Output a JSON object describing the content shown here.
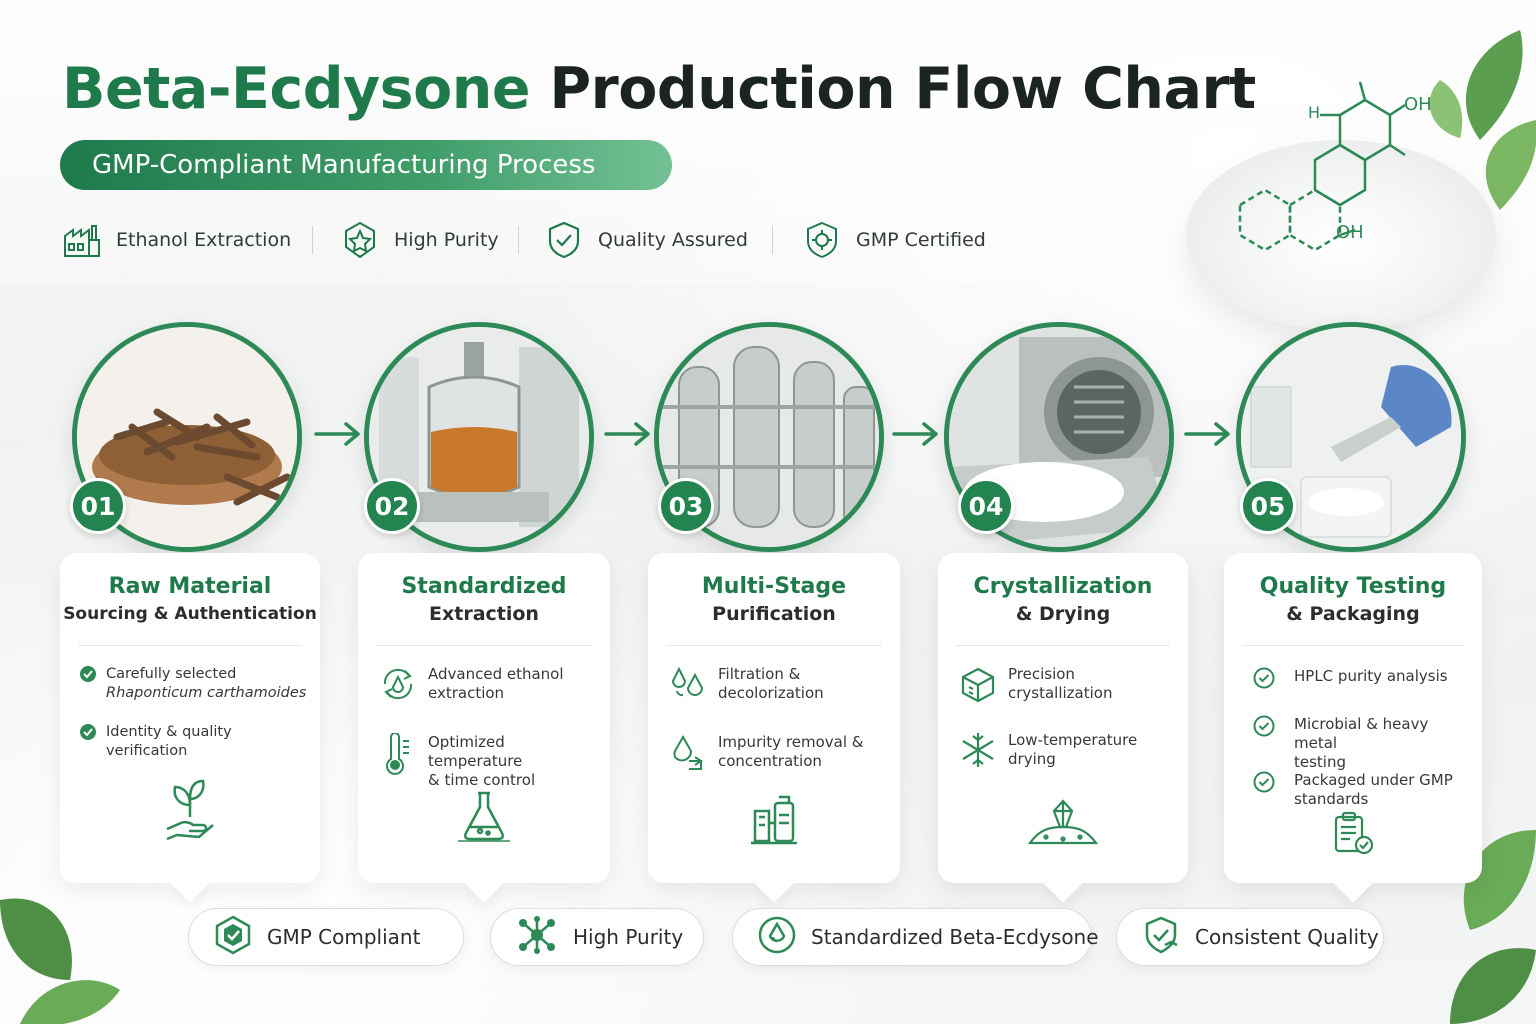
{
  "title": {
    "part1": "Beta-Ecdysone",
    "part2": "Production Flow Chart"
  },
  "subtitle": "GMP-Compliant Manufacturing Process",
  "molecule_labels": {
    "h": "H",
    "oh_top": "OH",
    "oh_mid": "OH"
  },
  "features": [
    {
      "label": "Ethanol Extraction",
      "icon": "factory-icon"
    },
    {
      "label": "High Purity",
      "icon": "purity-badge-icon"
    },
    {
      "label": "Quality Assured",
      "icon": "shield-check-icon"
    },
    {
      "label": "GMP Certified",
      "icon": "gmp-shield-icon"
    }
  ],
  "steps": [
    {
      "number": "01",
      "title_line1": "Raw Material",
      "title_line2": "Sourcing & Authentication",
      "image": "dried-roots-bowl",
      "bullets": [
        {
          "icon": "check-circle-icon",
          "text": "Carefully selected",
          "text2": "Rhaponticum carthamoides"
        },
        {
          "icon": "check-circle-icon",
          "text": "Identity & quality verification"
        }
      ],
      "footer_icon": "plant-hand-icon"
    },
    {
      "number": "02",
      "title_line1": "Standardized",
      "title_line2": "Extraction",
      "image": "extraction-reactor",
      "bullets": [
        {
          "icon": "ethanol-cycle-icon",
          "text": "Advanced ethanol",
          "text2": "extraction"
        },
        {
          "icon": "thermometer-icon",
          "text": "Optimized temperature",
          "text2": "& time control"
        }
      ],
      "footer_icon": "flask-icon"
    },
    {
      "number": "03",
      "title_line1": "Multi-Stage",
      "title_line2": "Purification",
      "image": "purification-columns",
      "bullets": [
        {
          "icon": "droplets-icon",
          "text": "Filtration &",
          "text2": "decolorization"
        },
        {
          "icon": "drop-arrow-icon",
          "text": "Impurity removal &",
          "text2": "concentration"
        }
      ],
      "footer_icon": "purification-unit-icon"
    },
    {
      "number": "04",
      "title_line1": "Crystallization",
      "title_line2": "& Drying",
      "image": "drying-oven-powder",
      "bullets": [
        {
          "icon": "crystal-cube-icon",
          "text": "Precision",
          "text2": "crystallization"
        },
        {
          "icon": "snowflake-icon",
          "text": "Low-temperature",
          "text2": "drying"
        }
      ],
      "footer_icon": "crystal-powder-icon"
    },
    {
      "number": "05",
      "title_line1": "Quality Testing",
      "title_line2": "& Packaging",
      "image": "lab-powder-scoop",
      "bullets": [
        {
          "icon": "check-circle-icon",
          "text": "HPLC purity analysis"
        },
        {
          "icon": "check-circle-icon",
          "text": "Microbial & heavy metal",
          "text2": "testing"
        },
        {
          "icon": "check-circle-icon",
          "text": "Packaged under GMP",
          "text2": "standards"
        }
      ],
      "footer_icon": "clipboard-check-icon"
    }
  ],
  "bottom_badges": [
    {
      "label": "GMP Compliant",
      "icon": "gmp-hex-icon"
    },
    {
      "label": "High Purity",
      "icon": "molecule-icon"
    },
    {
      "label": "Standardized Beta-Ecdysone",
      "icon": "drop-circle-icon"
    },
    {
      "label": "Consistent Quality",
      "icon": "shield-hand-icon"
    }
  ],
  "colors": {
    "primary_green": "#1f7a4b",
    "accent_green": "#2d8a57",
    "text_dark": "#1c2420"
  }
}
